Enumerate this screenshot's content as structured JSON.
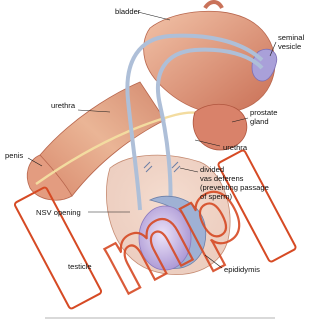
{
  "labels": {
    "bladder": "bladder",
    "seminal_vesicle_line1": "seminal",
    "seminal_vesicle_line2": "vesicle",
    "urethra_left": "urethra",
    "prostate_line1": "prostate",
    "prostate_line2": "gland",
    "urethra_right": "urethra",
    "penis": "penis",
    "divided_line1": "divided",
    "divided_line2": "vas deferens",
    "divided_line3": "(preventing passage",
    "divided_line4": "of sperm)",
    "nsv_opening": "NSV opening",
    "testicle": "testicle",
    "epididymis": "epididymis"
  },
  "watermark": {
    "text": "mp",
    "color": "#d64a24"
  },
  "colors": {
    "flesh": "#e8a98c",
    "flesh_dark": "#c9725a",
    "vas": "#aebfd8",
    "testicle": "#c9b7e6",
    "urethra": "#f3dca0"
  }
}
